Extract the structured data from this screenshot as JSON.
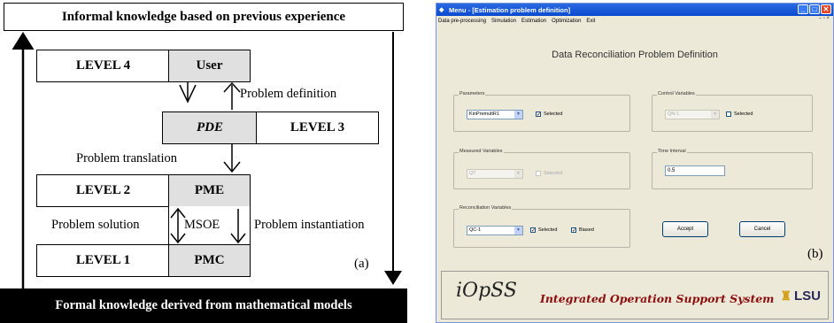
{
  "diagram": {
    "top_banner": "Informal knowledge based on previous experience",
    "bottom_banner": "Formal knowledge derived from mathematical models",
    "levels": [
      {
        "label": "LEVEL 4",
        "name": "User"
      },
      {
        "label": "LEVEL 3",
        "name": "PDE"
      },
      {
        "label": "LEVEL 2",
        "name": "PME"
      },
      {
        "label": "LEVEL 1",
        "name": "PMC"
      }
    ],
    "mid_box": "MSOE",
    "arrow_labels": {
      "problem_definition": "Problem definition",
      "problem_translation": "Problem translation",
      "problem_solution": "Problem solution",
      "problem_instantiation": "Problem instantiation"
    },
    "panel_tag": "(a)"
  },
  "window": {
    "title": "Menu - [Estimation problem definition]",
    "menu": [
      "Data pre-processing",
      "Simulation",
      "Estimation",
      "Optimization",
      "Exit"
    ],
    "heading": "Data Reconciliation Problem Definition",
    "parameters": {
      "label": "Parameters",
      "value": "KinPremultR1",
      "checkbox": "Selected"
    },
    "control_variables": {
      "label": "Control Variables",
      "value": "QN-1",
      "checkbox": "Selected"
    },
    "measured_variables": {
      "label": "Measured Variables",
      "value": "QT",
      "checkbox": "Selected"
    },
    "time_interval": {
      "label": "Time Interval",
      "value": "0.5"
    },
    "reconciliation_variables": {
      "label": "Reconciliation Variables",
      "value": "QC-1",
      "checkbox1": "Selected",
      "checkbox2": "Biased"
    },
    "accept_label": "Accept",
    "cancel_label": "Cancel",
    "footer": {
      "logo": "iOpSS",
      "tagline": "Integrated Operation Support System",
      "brand": "LSU"
    },
    "panel_tag": "(b)"
  }
}
